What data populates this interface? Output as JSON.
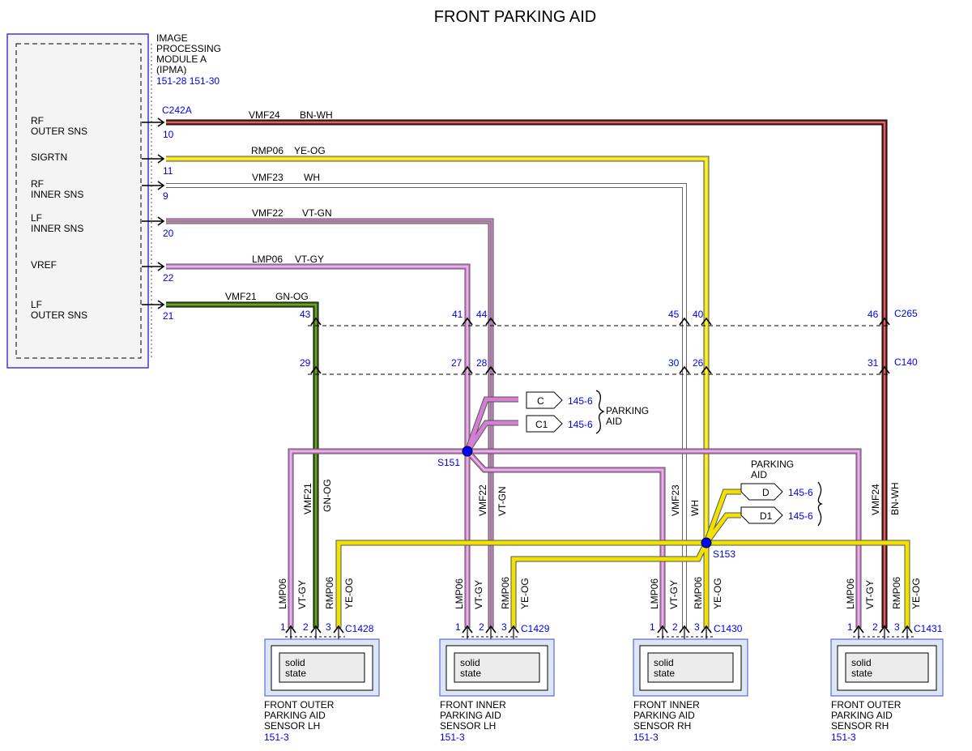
{
  "title": "FRONT PARKING AID",
  "module": {
    "name_lines": [
      "IMAGE",
      "PROCESSING",
      "MODULE A",
      "(IPMA)"
    ],
    "refs": "151-28  151-30",
    "connector": "C242A",
    "pins": [
      {
        "lines": [
          "RF",
          "OUTER SNS"
        ],
        "pin": "10"
      },
      {
        "lines": [
          "SIGRTN"
        ],
        "pin": "11"
      },
      {
        "lines": [
          "RF",
          "INNER SNS"
        ],
        "pin": "9"
      },
      {
        "lines": [
          "LF",
          "INNER SNS"
        ],
        "pin": "20"
      },
      {
        "lines": [
          "VREF"
        ],
        "pin": "22"
      },
      {
        "lines": [
          "LF",
          "OUTER SNS"
        ],
        "pin": "21"
      }
    ]
  },
  "wires": [
    {
      "circuit": "VMF24",
      "color_code": "BN-WH",
      "color": "#8b1a1a"
    },
    {
      "circuit": "RMP06",
      "color_code": "YE-OG",
      "color": "#f2e200"
    },
    {
      "circuit": "VMF23",
      "color_code": "WH",
      "color": "#ffffff"
    },
    {
      "circuit": "VMF22",
      "color_code": "VT-GN",
      "color": "#d47fd4"
    },
    {
      "circuit": "LMP06",
      "color_code": "VT-GY",
      "color": "#d47fd4"
    },
    {
      "circuit": "VMF21",
      "color_code": "GN-OG",
      "color": "#2a7a14"
    }
  ],
  "inline_connectors": [
    {
      "name": "C265",
      "pins": [
        "43",
        "41",
        "44",
        "45",
        "40",
        "46"
      ]
    },
    {
      "name": "C140",
      "pins": [
        "29",
        "27",
        "28",
        "30",
        "26",
        "31"
      ]
    }
  ],
  "splices": [
    {
      "name": "S151"
    },
    {
      "name": "S153"
    }
  ],
  "references": {
    "group_a": {
      "label_lines": [
        "PARKING",
        "AID"
      ],
      "items": [
        {
          "tag": "C",
          "ref": "145-6"
        },
        {
          "tag": "C1",
          "ref": "145-6"
        }
      ]
    },
    "group_b": {
      "label_lines": [
        "PARKING",
        "AID"
      ],
      "items": [
        {
          "tag": "D",
          "ref": "145-6"
        },
        {
          "tag": "D1",
          "ref": "145-6"
        }
      ]
    }
  },
  "vertical_labels": {
    "v1": "VMF21",
    "v2": "GN-OG",
    "v3": "VMF22",
    "v4": "VT-GN",
    "v5": "VMF23",
    "v6": "WH",
    "v7": "VMF24",
    "v8": "BN-WH"
  },
  "sensors": [
    {
      "connector": "C1428",
      "name_lines": [
        "FRONT OUTER",
        "PARKING AID",
        "SENSOR LH"
      ],
      "ref": "151-3",
      "inner_lines": [
        "solid",
        "state"
      ],
      "wire_labels": [
        "LMP06",
        "VT-GY",
        "RMP06",
        "YE-OG"
      ],
      "pins": [
        "1",
        "2",
        "3"
      ]
    },
    {
      "connector": "C1429",
      "name_lines": [
        "FRONT INNER",
        "PARKING AID",
        "SENSOR LH"
      ],
      "ref": "151-3",
      "inner_lines": [
        "solid",
        "state"
      ],
      "wire_labels": [
        "LMP06",
        "VT-GY",
        "RMP06",
        "YE-OG"
      ],
      "pins": [
        "1",
        "2",
        "3"
      ]
    },
    {
      "connector": "C1430",
      "name_lines": [
        "FRONT INNER",
        "PARKING AID",
        "SENSOR RH"
      ],
      "ref": "151-3",
      "inner_lines": [
        "solid",
        "state"
      ],
      "wire_labels": [
        "LMP06",
        "VT-GY",
        "RMP06",
        "YE-OG"
      ],
      "pins": [
        "1",
        "2",
        "3"
      ]
    },
    {
      "connector": "C1431",
      "name_lines": [
        "FRONT OUTER",
        "PARKING AID",
        "SENSOR RH"
      ],
      "ref": "151-3",
      "inner_lines": [
        "solid",
        "state"
      ],
      "wire_labels": [
        "LMP06",
        "VT-GY",
        "RMP06",
        "YE-OG"
      ],
      "pins": [
        "1",
        "2",
        "3"
      ]
    }
  ]
}
